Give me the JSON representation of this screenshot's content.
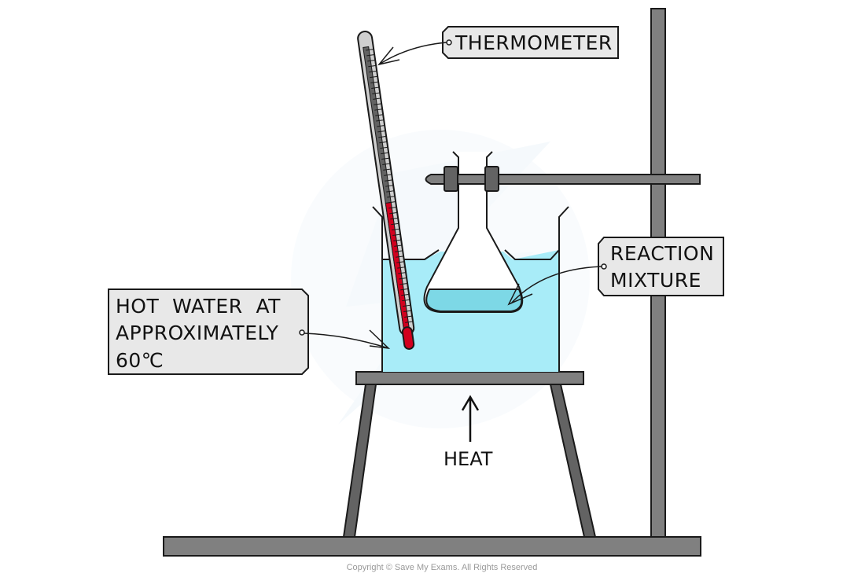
{
  "title": "Water bath heating of a reaction mixture in a conical flask",
  "labels": {
    "thermometer": "THERMOMETER",
    "reaction_mixture": [
      "REACTION",
      "MIXTURE"
    ],
    "hot_water": [
      "HOT  WATER  AT",
      "APPROXIMATELY",
      "60℃"
    ],
    "heat": "HEAT"
  },
  "copyright": "Copyright © Save My Exams. All Rights Reserved",
  "colors": {
    "water": "#a8ecf8",
    "mixture": "#7dd8e6",
    "stand_metal": "#808080",
    "clamp_dark": "#626262",
    "thermometer_liquid": "#d2001e",
    "label_fill": "#e8e8e8",
    "outline": "#1a1a1a"
  }
}
